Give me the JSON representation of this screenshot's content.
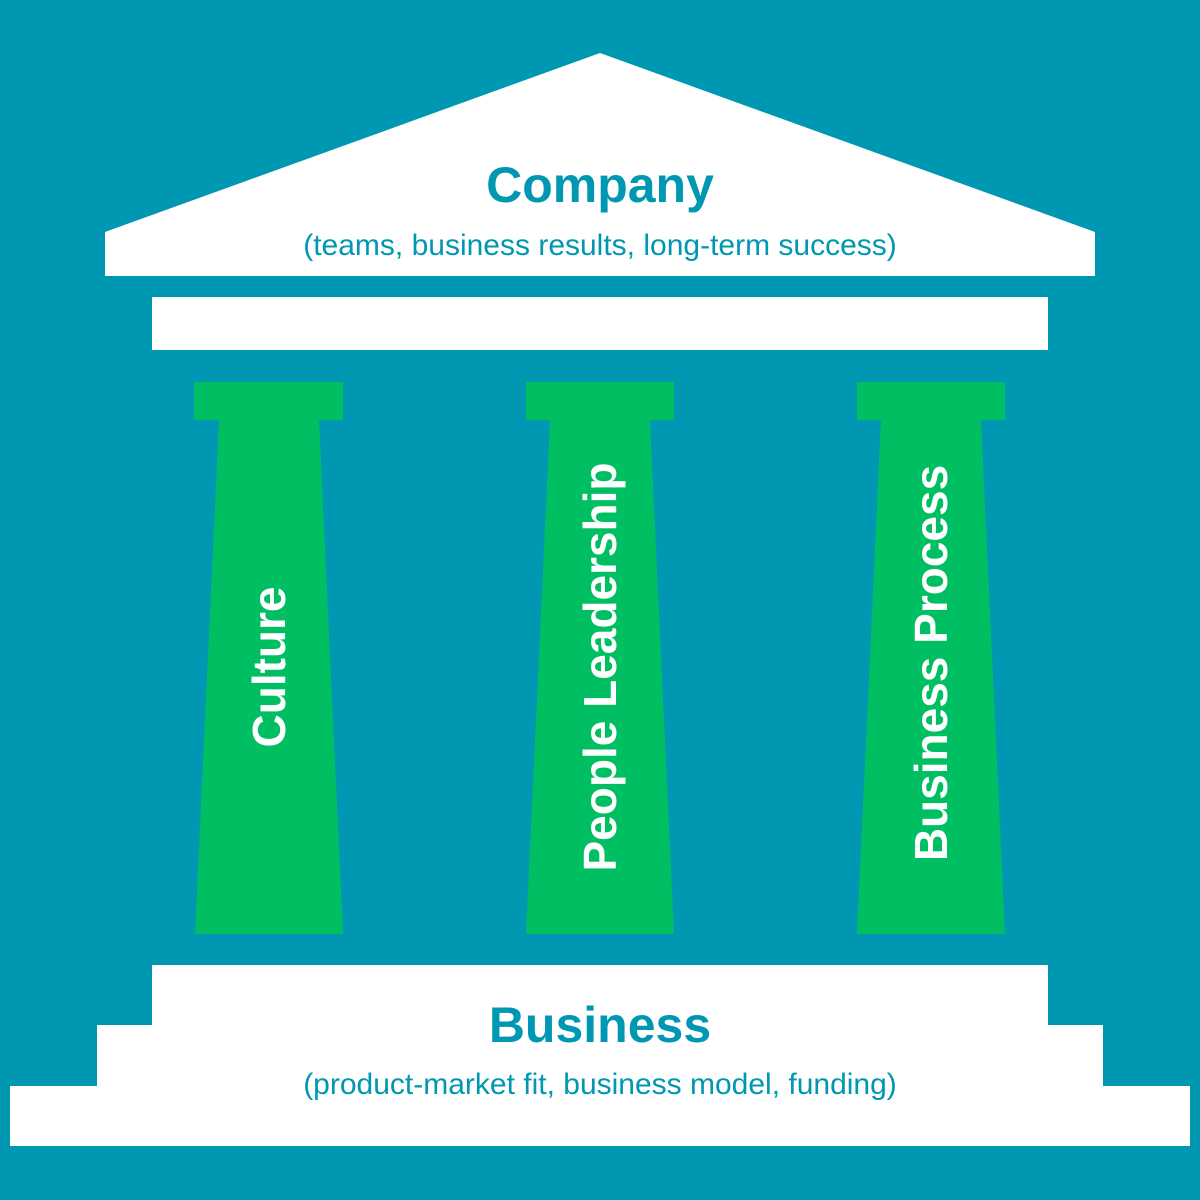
{
  "colors": {
    "background": "#0097b2",
    "structure": "#ffffff",
    "pillar": "#00bf63",
    "heading_text": "#0097b2",
    "pillar_text": "#ffffff"
  },
  "roof": {
    "title": "Company",
    "subtitle": "(teams, business results, long-term success)"
  },
  "pillars": [
    {
      "label": "Culture"
    },
    {
      "label": "People Leadership"
    },
    {
      "label": "Business Process"
    }
  ],
  "base": {
    "title": "Business",
    "subtitle": "(product-market fit, business model, funding)"
  }
}
